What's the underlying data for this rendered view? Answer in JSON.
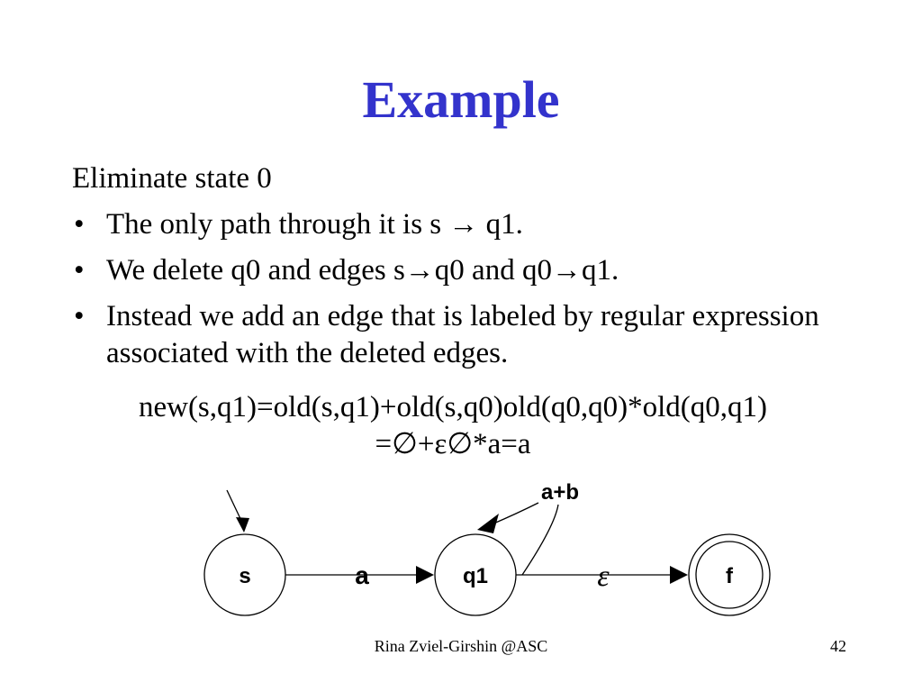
{
  "slide": {
    "title": "Example",
    "title_color": "#3333cc",
    "intro": "Eliminate state 0",
    "bullet_symbol": "•",
    "bullets": [
      "The only path through it is s → q1.",
      "We delete q0 and edges s→q0 and q0→q1.",
      "Instead we add an edge that is labeled by regular expression associated with the deleted edges."
    ],
    "formula_line1": "new(s,q1)=old(s,q1)+old(s,q0)old(q0,q0)*old(q0,q1)",
    "formula_line2": "=∅+ε∅*a=a"
  },
  "diagram": {
    "nodes": {
      "s": "s",
      "q1": "q1",
      "f": "f"
    },
    "edges": {
      "s_q1": "a",
      "q1_loop": "a+b",
      "q1_f": "ε"
    }
  },
  "footer": {
    "author": "Rina Zviel-Girshin  @ASC",
    "page_number": "42"
  }
}
